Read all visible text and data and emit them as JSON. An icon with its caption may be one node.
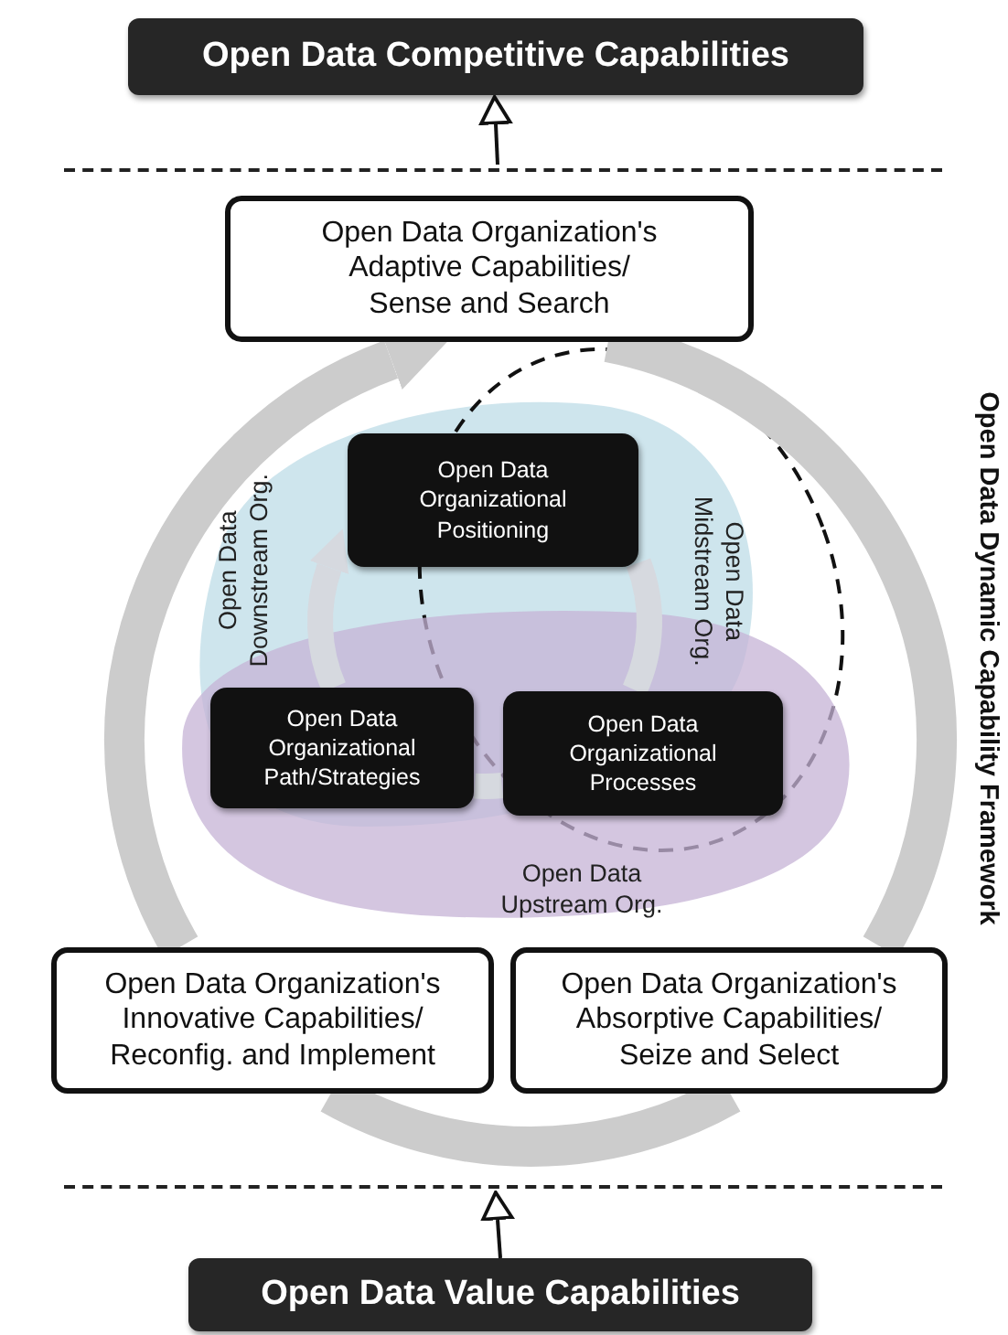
{
  "diagram": {
    "nodes": [
      {
        "text": [
          "Open Data Competitive Capabilities"
        ]
      },
      {
        "text": [
          "Open Data Organization's Adaptive Capabilities/ Sense and Search"
        ]
      },
      {
        "text": [
          "Open Data Downstream Org."
        ]
      },
      {
        "text": [
          "Open Data Midstream Org."
        ]
      },
      {
        "text": [
          "Open Data Upstream Org."
        ]
      },
      {
        "text": [
          "Open Data Organizational Positioning"
        ]
      },
      {
        "text": [
          "Open Data Organizational Path/Strategies"
        ]
      },
      {
        "text": [
          "Open Data Organizational Processes"
        ]
      },
      {
        "text": [
          "Open Data Organization's Innovative Capabilities/ Reconfig. and Implement"
        ]
      },
      {
        "text": [
          "Open Data Organization's Absorptive Capabilities/ Seize and Select"
        ]
      },
      {
        "text": [
          "Open Data Value Capabilities"
        ]
      }
    ],
    "edges": [
      {
        "from": null,
        "to": 0,
        "arrow": "to",
        "color": "#111111"
      },
      {
        "from": 10,
        "to": null,
        "arrow": "to",
        "color": "#111111"
      },
      {
        "from": 8,
        "to": 1,
        "arrow": "to",
        "color": "#cccccc"
      },
      {
        "from": 1,
        "to": 9,
        "arrow": "none",
        "color": "#cccccc"
      },
      {
        "from": 9,
        "to": 8,
        "arrow": "none",
        "color": "#cccccc"
      },
      {
        "from": 6,
        "to": 5,
        "arrow": "to",
        "color": "#d6d9df"
      },
      {
        "from": 5,
        "to": 7,
        "arrow": "none",
        "color": "#d6d9df"
      },
      {
        "from": 7,
        "to": 6,
        "arrow": "none",
        "color": "#d6d9df"
      }
    ],
    "labels": [
      "Open Data Dynamic Capability Framework"
    ]
  }
}
